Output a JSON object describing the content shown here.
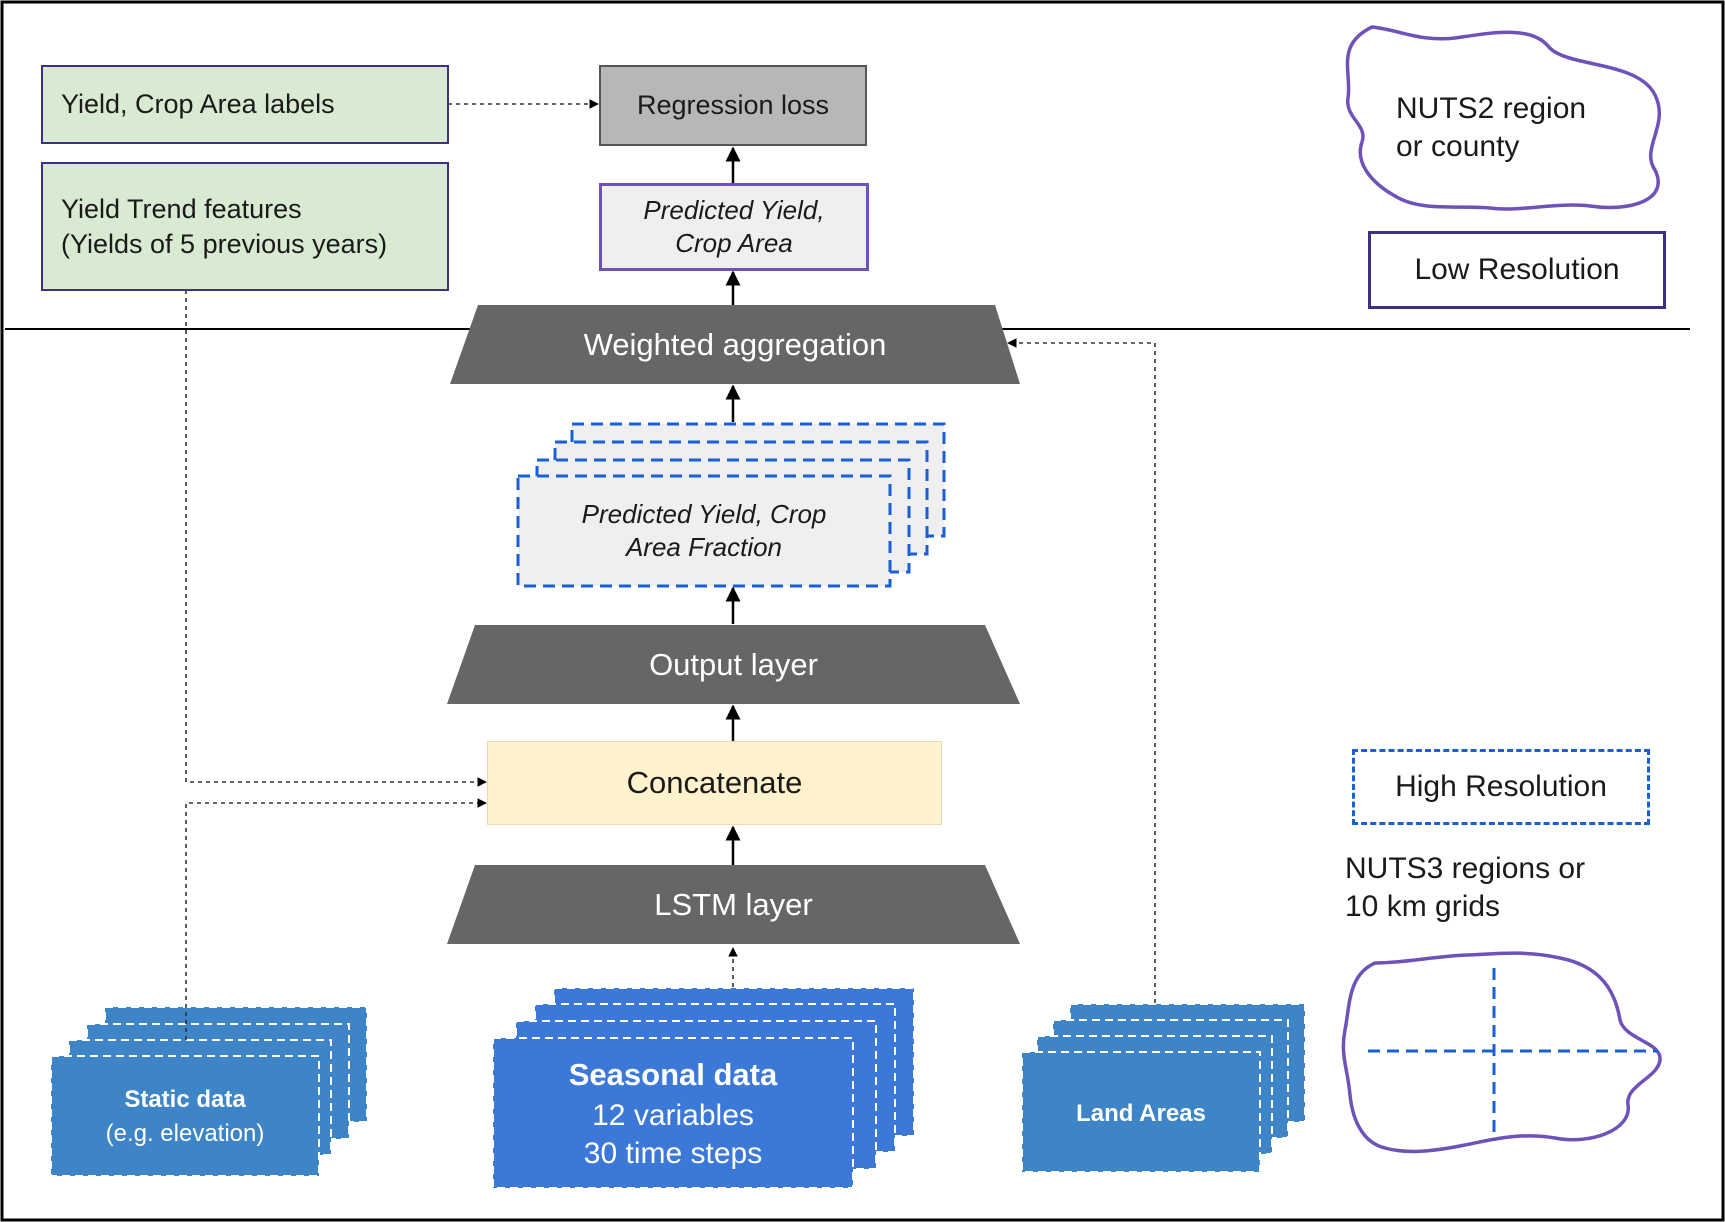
{
  "nodes": {
    "labels_box": "Yield, Crop Area labels",
    "trend_box": "Yield Trend features\n(Yields of 5 previous years)",
    "regression_loss": "Regression loss",
    "predicted_low_res": "Predicted Yield,\nCrop Area",
    "weighted_aggregation": "Weighted aggregation",
    "predicted_high_res": "Predicted Yield, Crop\nArea Fraction",
    "output_layer": "Output layer",
    "concatenate": "Concatenate",
    "lstm_layer": "LSTM layer",
    "static_title": "Static data",
    "static_sub": "(e.g. elevation)",
    "seasonal_title": "Seasonal data",
    "seasonal_sub": "12 variables\n30 time steps",
    "land_areas": "Land Areas"
  },
  "legend": {
    "low_region": "NUTS2 region\nor county",
    "low_label": "Low Resolution",
    "high_label": "High Resolution",
    "high_region": "NUTS3 regions or\n10 km grids"
  },
  "colors": {
    "green_fill": "#d9ead3",
    "dark_layer": "#666666",
    "concat_fill": "#fff2cc",
    "blue_input": "#3d85c6",
    "seasonal_blue": "#3c78d8",
    "purple_border": "#6f52b8",
    "dashed_blue": "#1a5fd6"
  }
}
